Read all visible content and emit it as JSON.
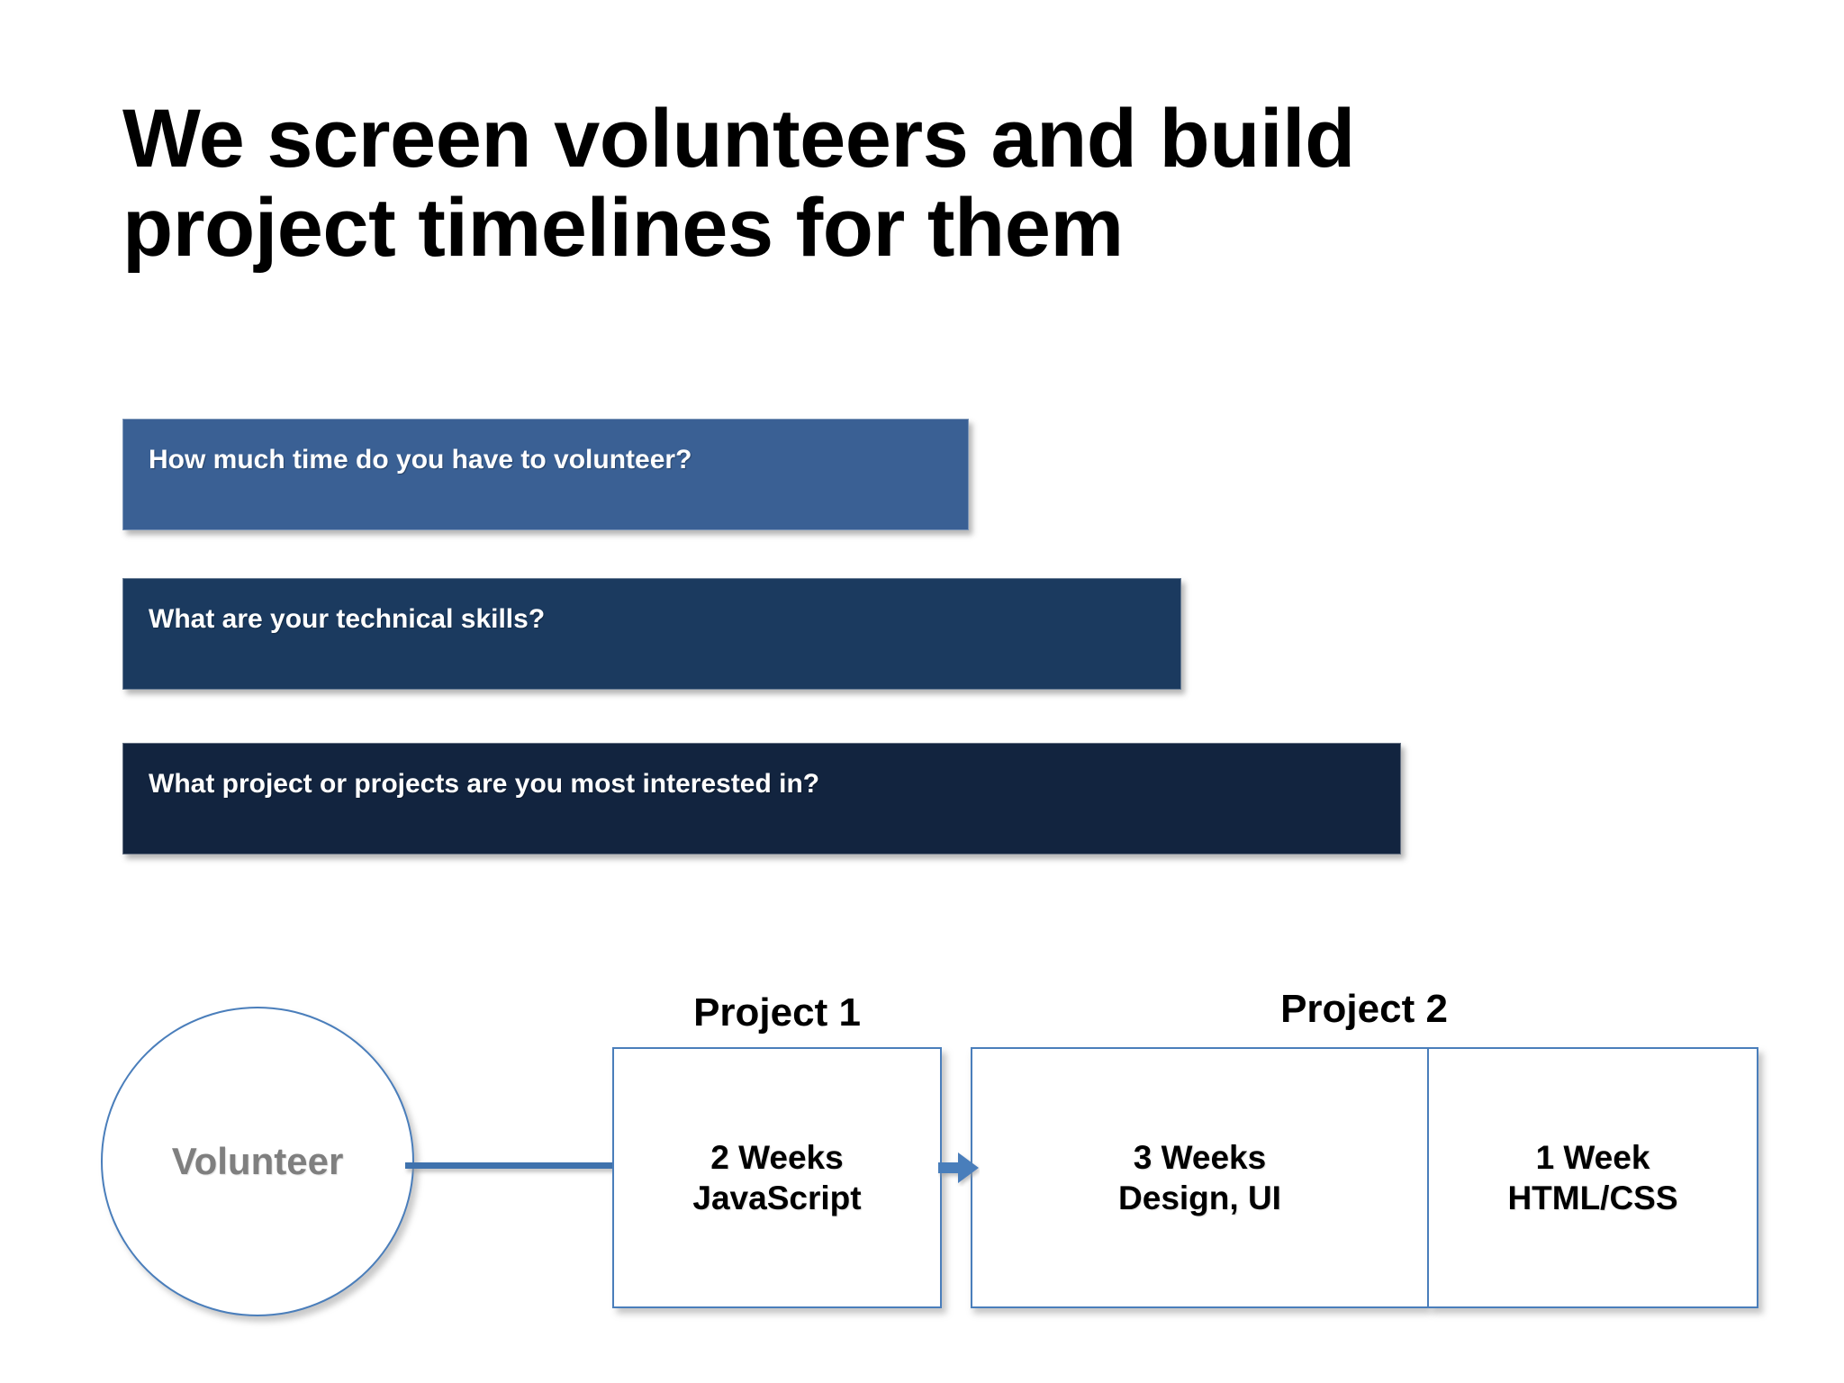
{
  "slide": {
    "background_color": "#ffffff",
    "title": {
      "line1": "We screen volunteers and build",
      "line2": "project timelines for them"
    }
  },
  "screening_questions": [
    {
      "id": "time-available",
      "label": "How much time do you have to volunteer?",
      "color": "#3a6094"
    },
    {
      "id": "technical-skills",
      "label": "What are your technical skills?",
      "color": "#1b3a5f"
    },
    {
      "id": "project-interest",
      "label": "What project or projects are you most interested in?",
      "color": "#12243f"
    }
  ],
  "timeline": {
    "start_node": {
      "label": "Volunteer",
      "text_color": "#7f7f7f",
      "border_color": "#4a7ebb"
    },
    "connector_color": "#3f72ad",
    "arrow_color": "#4a7ebb",
    "projects": [
      {
        "name": "Project 1",
        "segments": [
          {
            "duration": "2 Weeks",
            "skill": "JavaScript"
          }
        ]
      },
      {
        "name": "Project 2",
        "segments": [
          {
            "duration": "3 Weeks",
            "skill": "Design, UI"
          },
          {
            "duration": "1 Week",
            "skill": "HTML/CSS"
          }
        ]
      }
    ]
  }
}
